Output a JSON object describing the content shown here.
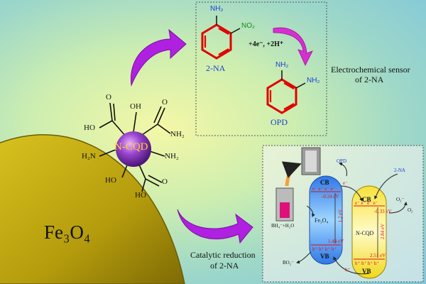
{
  "colors": {
    "fe3o4": "#b8a10e",
    "nitro_ring": "#e00000",
    "amine_text": "#1a3fd6",
    "nitro_text": "#1a8a1a",
    "arrow": "#b020e0",
    "cqd": "#7a2fb0",
    "cb_blue": "#3a7de0",
    "cqd_yellow": "#f0e040"
  },
  "fe3o4": {
    "label": "Fe₃O₄"
  },
  "cqd": {
    "label": "N-CQD",
    "groups": {
      "oh_top": "OH",
      "oh_left": "HO",
      "oh_bottom": "HO",
      "nh2_right_top": "NH₂",
      "nh2_left": "H₂N",
      "nh2_right": "NH₂",
      "o_top_left": "O",
      "o_top_right": "O",
      "o_bottom": "O"
    }
  },
  "sensor_box": {
    "reactant_nh2": "NH₂",
    "reactant_no2": "NO₂",
    "reactant_name": "2-NA",
    "reagents": "+4e⁻, +2H⁺",
    "product_nh2_top": "NH₂",
    "product_nh2_right": "NH₂",
    "product_name": "OPD"
  },
  "labels": {
    "sensor_line1": "Electrochemical sensor",
    "sensor_line2": "of 2-NA",
    "catalytic_line1": "Catalytic reduction",
    "catalytic_line2": "of 2-NA"
  },
  "catalysis": {
    "fe_cb": "CB",
    "fe_vb": "VB",
    "fe_name": "Fe₃O₄",
    "fe_cb_ev": "-0.24 eV",
    "fe_gap": "1.2 eV",
    "fe_vb_ev": "1.44 eV",
    "cqd_cb": "CB",
    "cqd_vb": "VB",
    "cqd_name": "N-CQD",
    "cqd_cb_ev": "-0.33 eV",
    "cqd_gap": "2.84 eV",
    "cqd_vb_ev": "2.51 eV",
    "electrons": "e⁻ e⁻ e⁻ e⁻",
    "holes": "h⁺ h⁺ h⁺ h⁺",
    "opd": "OPD",
    "na": "2-NA",
    "o2_radical": "O₂⁻",
    "o2": "O₂",
    "bh4": "BH₄⁻+H₂O",
    "bo2": "BO₂⁻",
    "e_single": "e⁻",
    "h_single": "h⁺"
  }
}
